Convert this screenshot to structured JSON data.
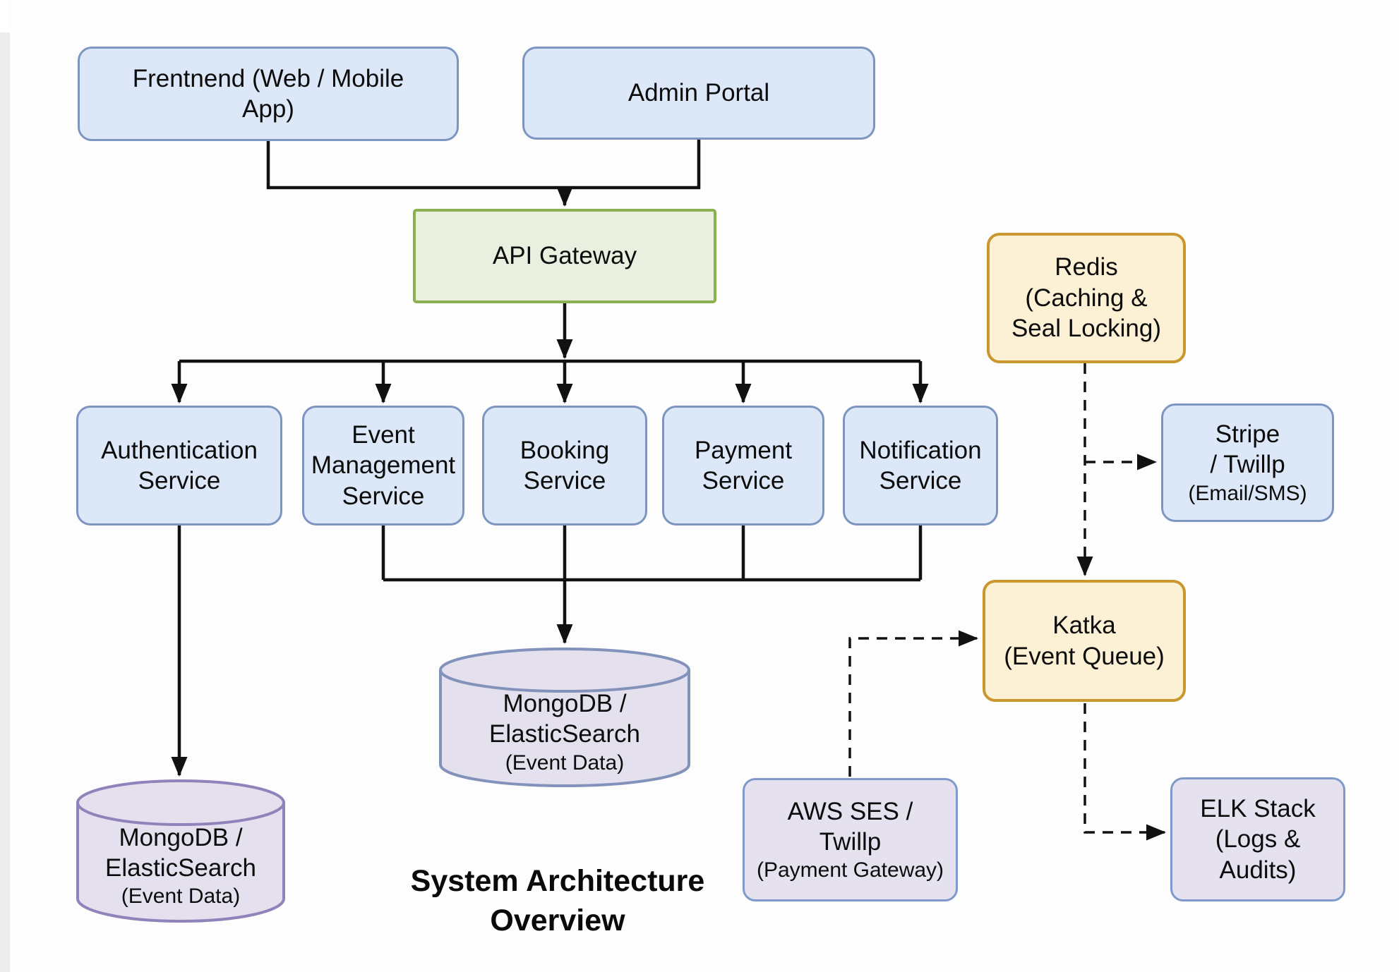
{
  "title": {
    "lines": [
      "System Architecture",
      "Overview"
    ]
  },
  "nodes": {
    "frontend": {
      "lines": [
        "Frentnend (Web / Mobile",
        "App)"
      ]
    },
    "admin": {
      "lines": [
        "Admin Portal"
      ]
    },
    "gateway": {
      "lines": [
        "API Gateway"
      ]
    },
    "auth": {
      "lines": [
        "Authentication",
        "Service"
      ]
    },
    "event_mgmt": {
      "lines": [
        "Event",
        "Management",
        "Service"
      ]
    },
    "booking": {
      "lines": [
        "Booking",
        "Service"
      ]
    },
    "payment": {
      "lines": [
        "Payment",
        "Service"
      ]
    },
    "notification": {
      "lines": [
        "Notification",
        "Service"
      ]
    },
    "redis": {
      "lines": [
        "Redis",
        "(Caching &",
        "Seal Locking)"
      ]
    },
    "stripe": {
      "lines": [
        "Stripe",
        "/ Twillp",
        "(Email/SMS)"
      ]
    },
    "katka": {
      "lines": [
        "Katka",
        "(Event Queue)"
      ]
    },
    "db_center": {
      "lines": [
        "MongoDB /",
        "ElasticSearch",
        "(Event Data)"
      ]
    },
    "db_left": {
      "lines": [
        "MongoDB /",
        "ElasticSearch",
        "(Event Data)"
      ]
    },
    "aws_ses": {
      "lines": [
        "AWS SES /",
        "Twillp",
        "(Payment Gateway)"
      ]
    },
    "elk": {
      "lines": [
        "ELK Stack",
        "(Logs &",
        "Audits)"
      ]
    }
  },
  "colors": {
    "blue_fill": "#dce8f8",
    "blue_border": "#7d95c1",
    "green_fill": "#eaf0df",
    "green_border": "#8ab04f",
    "orange_fill": "#fcf0d5",
    "orange_border": "#c9962f",
    "lavender_fill": "#e5e1ee",
    "lavender_border": "#7f9aca",
    "cylinder_fill": "#e5e0ee",
    "cylinder_center_border": "#8292bb",
    "cylinder_left_border": "#9083ba",
    "line_color": "#111111",
    "background": "#fdfdfd",
    "text_color": "#0c0c0c"
  }
}
